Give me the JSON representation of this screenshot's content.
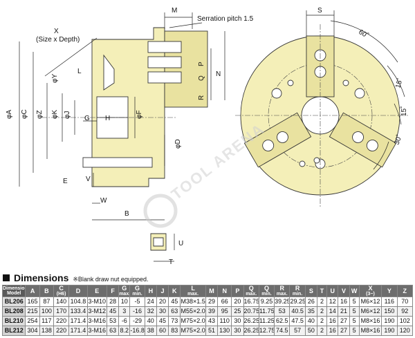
{
  "drawing": {
    "labels": {
      "M": "M",
      "S": "S",
      "serration": "Serration pitch  1.5",
      "X": "X",
      "size_depth": "(Size x Depth)",
      "phiY": "φY",
      "L": "L",
      "P": "P",
      "Q": "Q",
      "N": "N",
      "R": "R",
      "phiA": "φA",
      "phiC": "φC",
      "phiZ": "φZ",
      "phiK": "φK",
      "phiJ": "φJ",
      "G": "G",
      "H": "H",
      "phiF": "φF",
      "phiD": "φD",
      "E": "E",
      "V": "V",
      "W": "W",
      "B": "B",
      "U": "U",
      "T": "T",
      "deg60": "60˚",
      "deg15a": "15˚",
      "deg15b": "15˚",
      "deg30": "30˚",
      "watermark": "TOOL ARENA"
    }
  },
  "dimensions": {
    "title": "Dimensions",
    "note": "※Blank draw nut equipped.",
    "header_dimension": "Dimension",
    "header_model": "Model",
    "columns": [
      {
        "key": "A",
        "label": "A",
        "sub": ""
      },
      {
        "key": "B",
        "label": "B",
        "sub": ""
      },
      {
        "key": "C",
        "label": "C",
        "sub": "(H6)"
      },
      {
        "key": "D",
        "label": "D",
        "sub": ""
      },
      {
        "key": "E",
        "label": "E",
        "sub": ""
      },
      {
        "key": "F",
        "label": "F",
        "sub": ""
      },
      {
        "key": "Gmax",
        "label": "G",
        "sub": "max."
      },
      {
        "key": "Gmin",
        "label": "G",
        "sub": "min."
      },
      {
        "key": "H",
        "label": "H",
        "sub": ""
      },
      {
        "key": "J",
        "label": "J",
        "sub": ""
      },
      {
        "key": "K",
        "label": "K",
        "sub": ""
      },
      {
        "key": "L",
        "label": "L",
        "sub": "max."
      },
      {
        "key": "M",
        "label": "M",
        "sub": ""
      },
      {
        "key": "N",
        "label": "N",
        "sub": ""
      },
      {
        "key": "P",
        "label": "P",
        "sub": ""
      },
      {
        "key": "Qmax",
        "label": "Q",
        "sub": "max."
      },
      {
        "key": "Qmin",
        "label": "Q",
        "sub": "min."
      },
      {
        "key": "Rmax",
        "label": "R",
        "sub": "max."
      },
      {
        "key": "Rmin",
        "label": "R",
        "sub": "min."
      },
      {
        "key": "S",
        "label": "S",
        "sub": ""
      },
      {
        "key": "T",
        "label": "T",
        "sub": ""
      },
      {
        "key": "U",
        "label": "U",
        "sub": ""
      },
      {
        "key": "V",
        "label": "V",
        "sub": ""
      },
      {
        "key": "W",
        "label": "W",
        "sub": ""
      },
      {
        "key": "X",
        "label": "X",
        "sub": "(3−)"
      },
      {
        "key": "Y",
        "label": "Y",
        "sub": ""
      },
      {
        "key": "Z",
        "label": "Z",
        "sub": ""
      }
    ],
    "rows": [
      {
        "model": "BL206",
        "cells": [
          "165",
          "87",
          "140",
          "104.8",
          "3-M10",
          "28",
          "10",
          "-5",
          "24",
          "20",
          "45",
          "M38×1.5",
          "29",
          "66",
          "20",
          "16.75",
          "9.25",
          "39.25",
          "29.25",
          "26",
          "2",
          "12",
          "16",
          "5",
          "M6×12",
          "116",
          "70"
        ]
      },
      {
        "model": "BL208",
        "cells": [
          "215",
          "100",
          "170",
          "133.4",
          "3-M12",
          "45",
          "3",
          "-16",
          "32",
          "30",
          "63",
          "M55×2.0",
          "39",
          "95",
          "25",
          "20.75",
          "11.75",
          "53",
          "40.5",
          "35",
          "2",
          "14",
          "21",
          "5",
          "M6×12",
          "150",
          "92"
        ]
      },
      {
        "model": "BL210",
        "cells": [
          "254",
          "117",
          "220",
          "171.4",
          "3-M16",
          "53",
          "-6",
          "-29",
          "40",
          "45",
          "73",
          "M75×2.0",
          "43",
          "110",
          "30",
          "26.25",
          "11.25",
          "62.5",
          "47.5",
          "40",
          "2",
          "16",
          "27",
          "5",
          "M8×16",
          "190",
          "102"
        ]
      },
      {
        "model": "BL212",
        "cells": [
          "304",
          "138",
          "220",
          "171.4",
          "3-M16",
          "63",
          "8.2",
          "-16.8",
          "38",
          "60",
          "83",
          "M75×2.0",
          "51",
          "130",
          "30",
          "26.25",
          "12.75",
          "74.5",
          "57",
          "50",
          "2",
          "16",
          "27",
          "5",
          "M8×16",
          "190",
          "120"
        ]
      }
    ]
  }
}
